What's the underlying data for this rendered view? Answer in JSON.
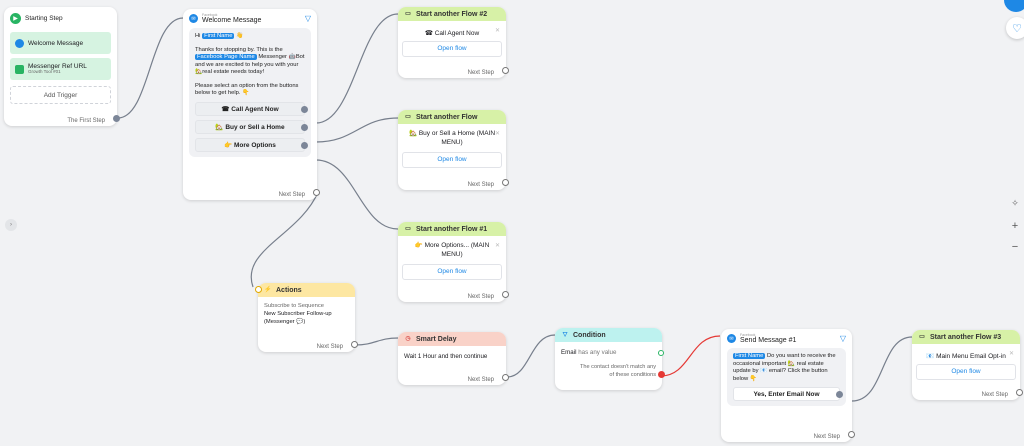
{
  "starting_step": {
    "title": "Starting Step",
    "triggers": [
      "Welcome Message",
      "Messenger Ref URL"
    ],
    "trigger_sub": "Growth Tool #01",
    "add_trigger": "Add Trigger",
    "next_label": "The First Step"
  },
  "welcome": {
    "source": "Facebook",
    "title": "Welcome Message",
    "greeting_prefix": "Hi",
    "first_name_tag": "First Name",
    "greeting_suffix": "👋",
    "body_1_prefix": "Thanks for stopping by. This is the",
    "page_name_tag": "Facebook Page Name",
    "body_1_suffix": "Messenger 🤖Bot and we are excited to help you with your 🏡real estate needs today!",
    "body_2": "Please select an option from the buttons below to get help. 👇",
    "buttons": [
      "☎ Call Agent Now",
      "🏡 Buy or Sell a Home",
      "👉 More Options"
    ],
    "next_label": "Next Step"
  },
  "flow2": {
    "title": "Start another Flow #2",
    "body": "☎ Call Agent Now",
    "button": "Open flow",
    "next_label": "Next Step"
  },
  "flow_main": {
    "title": "Start another Flow",
    "body": "🏡 Buy or Sell a Home (MAIN MENU)",
    "button": "Open flow",
    "next_label": "Next Step"
  },
  "flow1": {
    "title": "Start another Flow #1",
    "body": "👉 More Options... (MAIN MENU)",
    "button": "Open flow",
    "next_label": "Next Step"
  },
  "actions": {
    "title": "Actions",
    "line1": "Subscribe to Sequence",
    "line2": "New Subscriber Follow-up (Messenger 💬)",
    "next_label": "Next Step"
  },
  "delay": {
    "title": "Smart Delay",
    "body": "Wait 1 Hour and then continue",
    "next_label": "Next Step"
  },
  "condition": {
    "title": "Condition",
    "field": "Email",
    "rule": "has any value",
    "else": "The contact doesn't match any of these conditions"
  },
  "send": {
    "source": "Facebook",
    "title": "Send Message #1",
    "first_name_tag": "First Name",
    "body": "Do you want to receive the occasional important 🏡 real estate update by 📧 email? Click the button below 👇",
    "button": "Yes, Enter Email Now",
    "next_label": "Next Step"
  },
  "flow3": {
    "title": "Start another Flow #3",
    "body": "📧 Main Menu Email Opt-in",
    "button": "Open flow",
    "next_label": "Next Step"
  },
  "colors": {
    "accent": "#1e88e5",
    "link_gray": "#777f8c",
    "link_red": "#e53935"
  }
}
